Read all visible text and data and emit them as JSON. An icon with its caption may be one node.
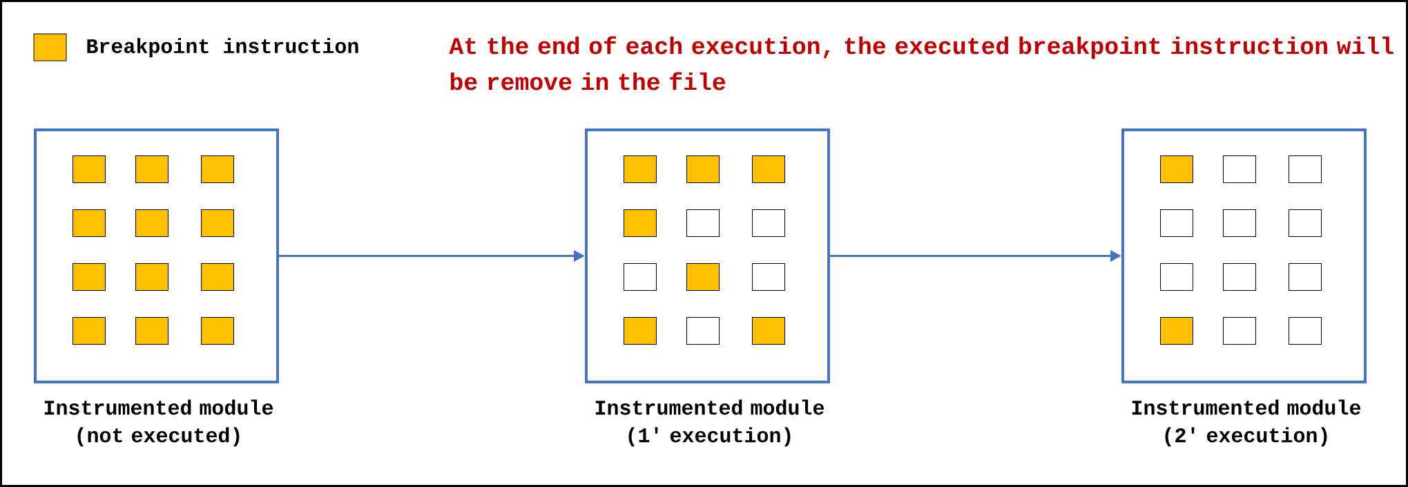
{
  "diagram": {
    "nodes": [
      {
        "text": [
          "Instrumented module (not executed)"
        ]
      },
      {
        "text": [],
        "shape": "box",
        "in": 0
      },
      {
        "text": [],
        "shape": "box",
        "in": 0
      },
      {
        "text": [],
        "shape": "box",
        "in": 0
      },
      {
        "text": [],
        "shape": "box",
        "in": 0
      },
      {
        "text": [],
        "shape": "box",
        "in": 0
      },
      {
        "text": [],
        "shape": "box",
        "in": 0
      },
      {
        "text": [],
        "shape": "box",
        "in": 0
      },
      {
        "text": [],
        "shape": "box",
        "in": 0
      },
      {
        "text": [],
        "shape": "box",
        "in": 0
      },
      {
        "text": [],
        "shape": "box",
        "in": 0
      },
      {
        "text": [],
        "shape": "box",
        "in": 0
      },
      {
        "text": [],
        "shape": "box",
        "in": 0
      },
      {
        "text": [
          "Instrumented module (1' execution)"
        ]
      },
      {
        "text": [],
        "shape": "box",
        "in": 13
      },
      {
        "text": [],
        "shape": "box",
        "in": 13
      },
      {
        "text": [],
        "shape": "box",
        "in": 13
      },
      {
        "text": [],
        "shape": "box",
        "in": 13
      },
      {
        "text": [],
        "shape": "box",
        "in": 13
      },
      {
        "text": [],
        "shape": "box",
        "in": 13
      },
      {
        "text": [],
        "shape": "box",
        "in": 13
      },
      {
        "text": [],
        "shape": "box",
        "in": 13
      },
      {
        "text": [],
        "shape": "box",
        "in": 13
      },
      {
        "text": [],
        "shape": "box",
        "in": 13
      },
      {
        "text": [],
        "shape": "box",
        "in": 13
      },
      {
        "text": [],
        "shape": "box",
        "in": 13
      },
      {
        "text": [
          "Instrumented module (2' execution)"
        ]
      },
      {
        "text": [],
        "shape": "box",
        "in": 26
      },
      {
        "text": [],
        "shape": "box",
        "in": 26
      },
      {
        "text": [],
        "shape": "box",
        "in": 26
      },
      {
        "text": [],
        "shape": "box",
        "in": 26
      },
      {
        "text": [],
        "shape": "box",
        "in": 26
      },
      {
        "text": [],
        "shape": "box",
        "in": 26
      },
      {
        "text": [],
        "shape": "box",
        "in": 26
      },
      {
        "text": [],
        "shape": "box",
        "in": 26
      },
      {
        "text": [],
        "shape": "box",
        "in": 26
      },
      {
        "text": [],
        "shape": "box",
        "in": 26
      },
      {
        "text": [],
        "shape": "box",
        "in": 26
      },
      {
        "text": [],
        "shape": "box",
        "in": 26
      }
    ],
    "edges": [
      {
        "from": 0,
        "to": 13,
        "arrow": "to"
      },
      {
        "from": 13,
        "to": 26,
        "arrow": "to"
      }
    ],
    "labels": [
      "At the end of each execution, the executed breakpoint instruction will be remove in the file"
    ],
    "legend": [
      {
        "text": "Breakpoint instruction",
        "color": "#ffc000"
      }
    ]
  }
}
